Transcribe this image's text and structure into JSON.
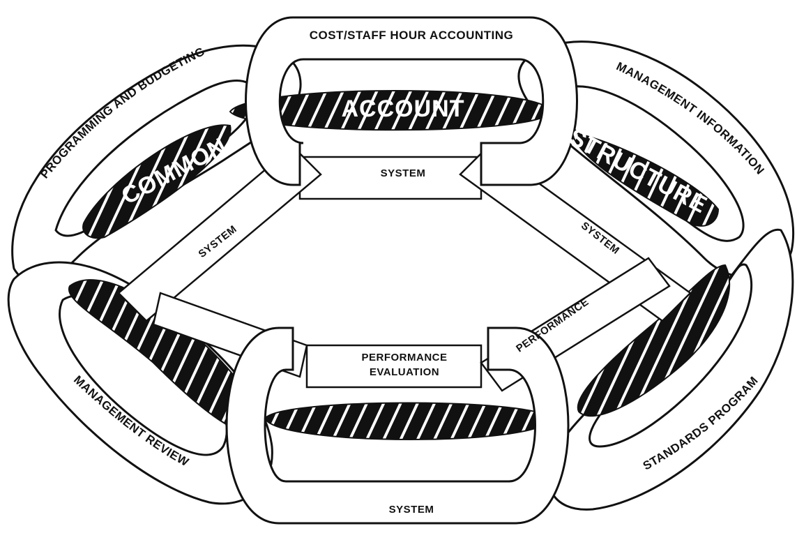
{
  "outer_labels": {
    "top": "COST/STAFF HOUR ACCOUNTING",
    "top_left": "PROGRAMMING AND BUDGETING",
    "top_right": "MANAGEMENT INFORMATION",
    "bottom_left": "MANAGEMENT REVIEW",
    "bottom_right": "STANDARDS PROGRAM"
  },
  "rope_words": {
    "top": "ACCOUNT",
    "left": "COMMON",
    "right": "STRUCTURE"
  },
  "inner_labels": {
    "system_top": "SYSTEM",
    "system_left": "SYSTEM",
    "system_right": "SYSTEM",
    "system_bottom": "SYSTEM",
    "performance": "PERFORMANCE",
    "performance_evaluation_line1": "PERFORMANCE",
    "performance_evaluation_line2": "EVALUATION"
  },
  "colors": {
    "ink": "#111111",
    "paper": "#ffffff"
  }
}
